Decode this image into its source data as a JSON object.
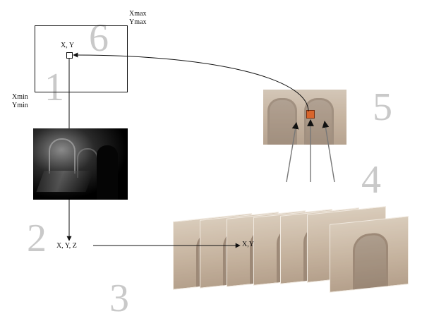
{
  "labels": {
    "xmax": "Xmax",
    "ymax": "Ymax",
    "xmin": "Xmin",
    "ymin": "Ymin",
    "point_2d": "X, Y",
    "point_3d": "X, Y, Z",
    "point_proj": "X,Y"
  },
  "steps": [
    "1",
    "2",
    "3",
    "4",
    "5",
    "6"
  ],
  "colors": {
    "selection": "#d8652c",
    "step_numbers": "#c9c9c9",
    "lines": "#111111"
  }
}
